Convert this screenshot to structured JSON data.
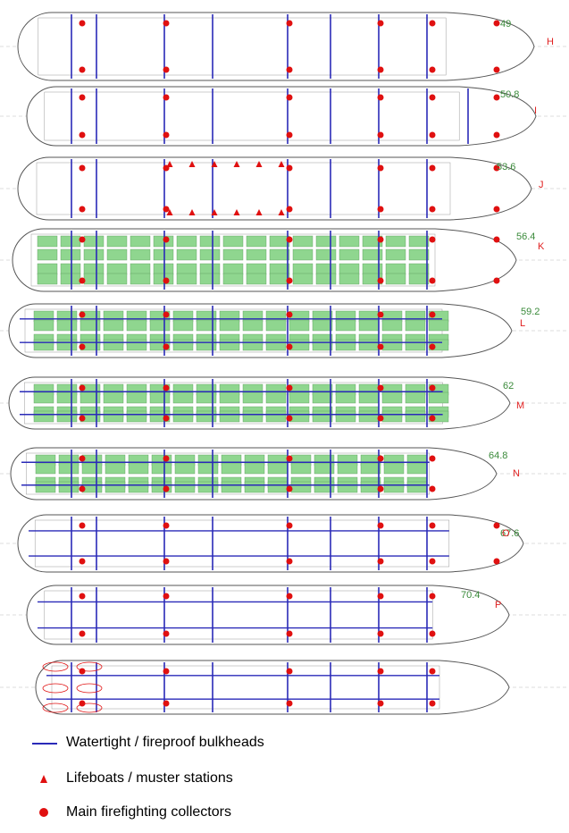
{
  "decks": [
    {
      "level": "49",
      "letter": "H"
    },
    {
      "level": "50.8",
      "letter": "I"
    },
    {
      "level": "53.6",
      "letter": "J"
    },
    {
      "level": "56.4",
      "letter": "K"
    },
    {
      "level": "59.2",
      "letter": "L"
    },
    {
      "level": "62",
      "letter": "M"
    },
    {
      "level": "64.8",
      "letter": "N"
    },
    {
      "level": "67.6",
      "letter": "O"
    },
    {
      "level": "70.4",
      "letter": "P"
    },
    {
      "level": "",
      "letter": ""
    }
  ],
  "legend": {
    "bulkheads": "Watertight / fireproof bulkheads",
    "lifeboats": "Lifeboats / muster stations",
    "collectors": "Main firefighting collectors"
  },
  "colors": {
    "bulkhead": "#2a2ab8",
    "marker": "#e01010",
    "cabin": "#8fd68f",
    "level_text": "#3a8a3a",
    "letter_text": "#e02020",
    "outline": "#555555"
  }
}
